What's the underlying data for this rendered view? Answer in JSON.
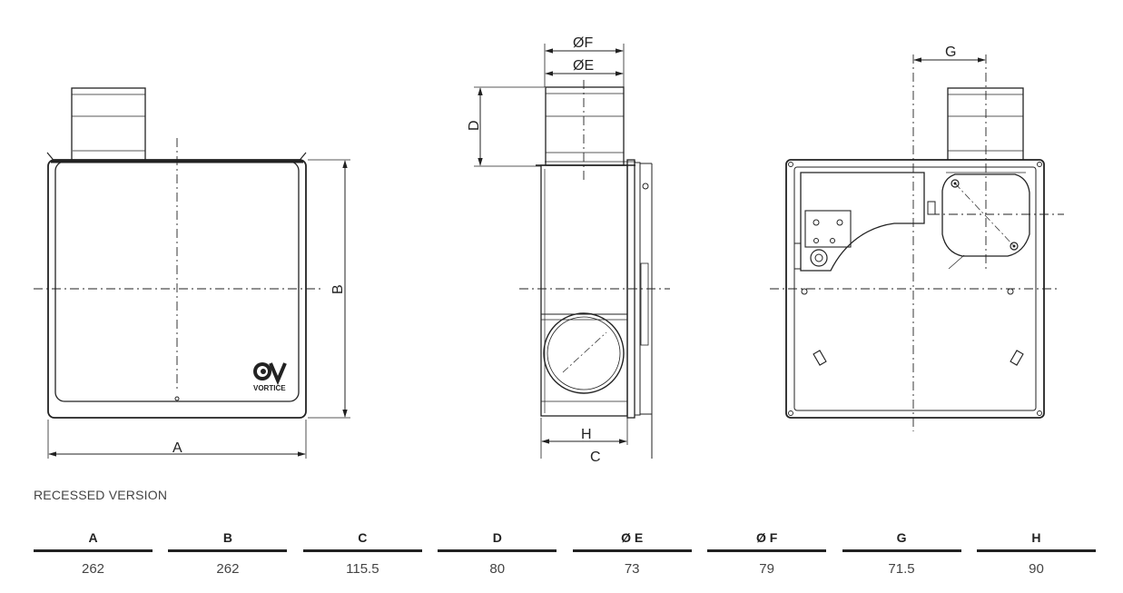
{
  "views": {
    "front": {
      "dim_width_label": "A",
      "dim_height_label": "B",
      "logo": {
        "name": "vortice-logo",
        "text": "VORTICE"
      }
    },
    "side": {
      "dim_outer_dia_label": "ØF",
      "dim_inner_dia_label": "ØE",
      "dim_spigot_label": "D",
      "dim_h_label": "H",
      "dim_c_label": "C"
    },
    "rear": {
      "dim_offset_label": "G"
    }
  },
  "version_label": "RECESSED VERSION",
  "spec_table": {
    "headers": [
      "A",
      "B",
      "C",
      "D",
      "Ø E",
      "Ø F",
      "G",
      "H"
    ],
    "values": [
      "262",
      "262",
      "115.5",
      "80",
      "73",
      "79",
      "71.5",
      "90"
    ]
  }
}
